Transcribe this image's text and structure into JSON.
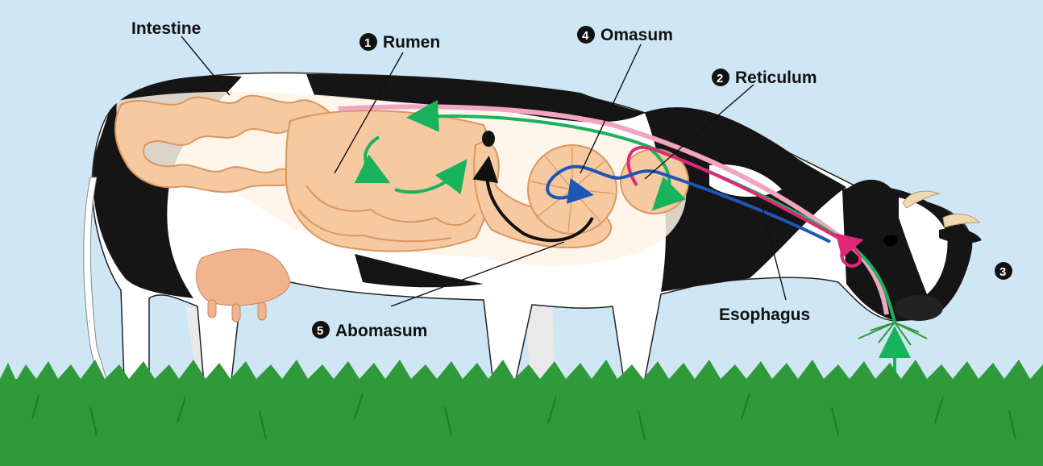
{
  "colors": {
    "sky": "#cfe6f5",
    "grass": "#2f9a3a",
    "grass_dark": "#1f7a2a",
    "cow_black": "#151515",
    "cow_white": "#ffffff",
    "organ": "#f7c9a0",
    "organ_edge": "#d9975f",
    "udder": "#f2b48c",
    "food_path_green": "#19b35b",
    "cud_path_magenta": "#e0287a",
    "return_path_blue": "#1e56b8",
    "abomasum_path_black": "#111111"
  },
  "labels": {
    "intestine": "Intestine",
    "rumen": {
      "number": "1",
      "text": "Rumen"
    },
    "reticulum": {
      "number": "2",
      "text": "Reticulum"
    },
    "step3": {
      "number": "3"
    },
    "omasum": {
      "number": "4",
      "text": "Omasum"
    },
    "abomasum": {
      "number": "5",
      "text": "Abomasum"
    },
    "esophagus": "Esophagus"
  }
}
